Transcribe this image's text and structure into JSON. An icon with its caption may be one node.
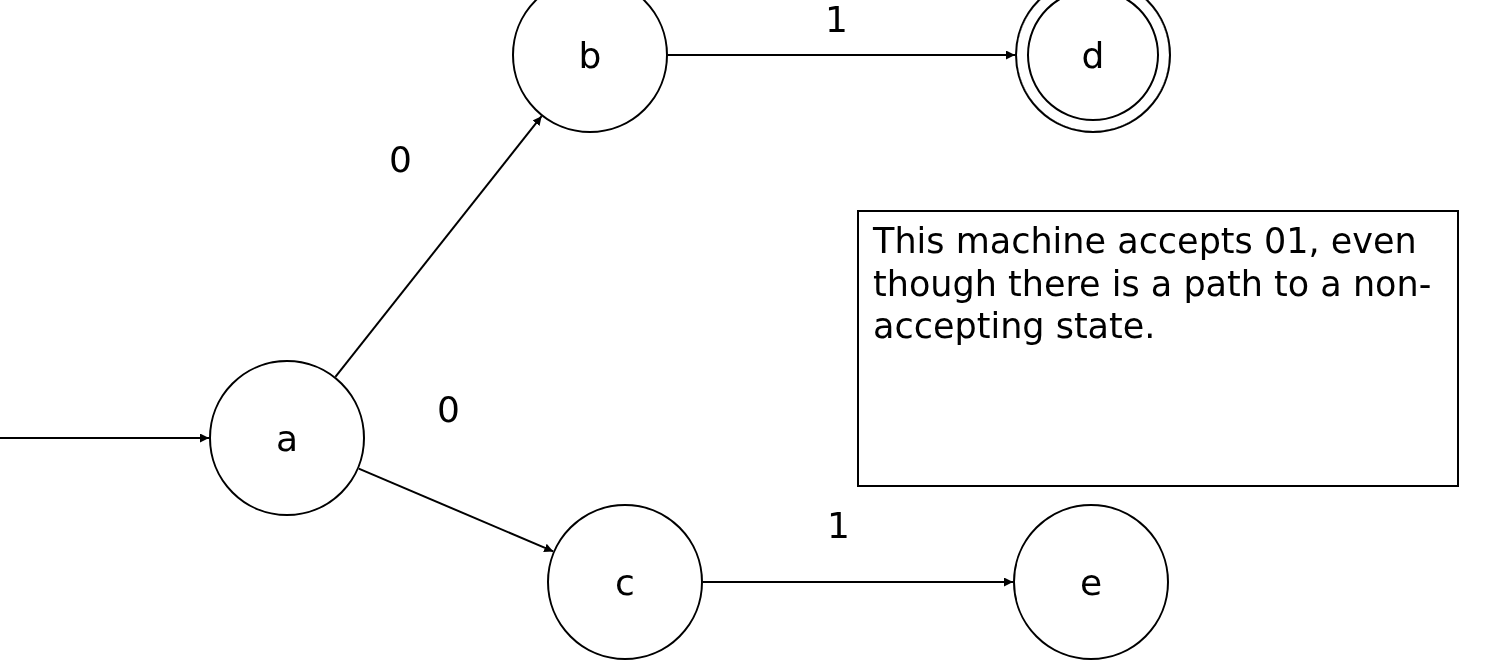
{
  "diagram": {
    "nodes": [
      {
        "text": [
          "a"
        ]
      },
      {
        "text": [
          "b"
        ]
      },
      {
        "text": [
          "c"
        ]
      },
      {
        "text": [
          "d"
        ]
      },
      {
        "text": [
          "e"
        ]
      },
      {
        "text": [
          "This machine accepts 01, even though there is a path to a non-accepting state."
        ]
      }
    ],
    "edges": [
      {
        "from": null,
        "to": 0,
        "arrow": "to"
      },
      {
        "from": 0,
        "to": 1,
        "arrow": "to",
        "label": "0"
      },
      {
        "from": 0,
        "to": 2,
        "arrow": "to",
        "label": "0"
      },
      {
        "from": 1,
        "to": 3,
        "arrow": "to",
        "label": "1"
      },
      {
        "from": 2,
        "to": 4,
        "arrow": "to",
        "label": "1"
      }
    ]
  }
}
